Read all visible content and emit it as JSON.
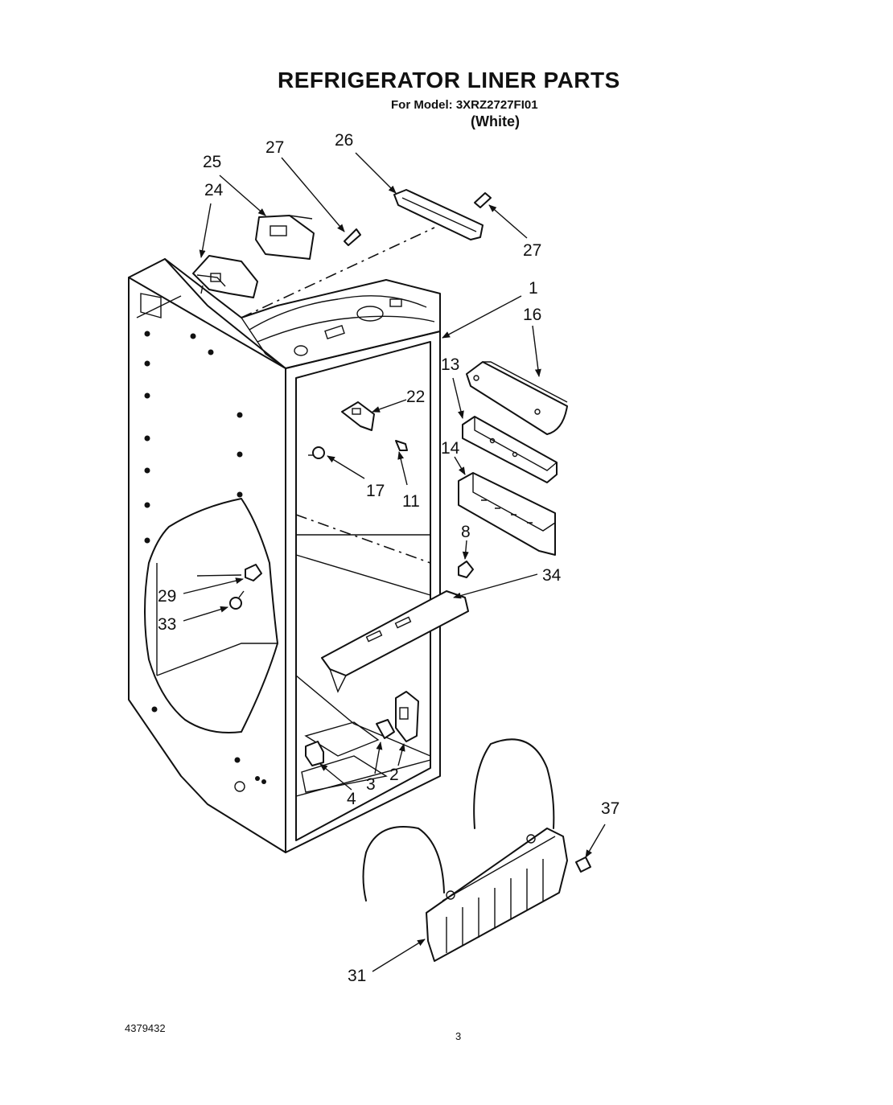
{
  "header": {
    "title": "REFRIGERATOR LINER PARTS",
    "model_line": "For Model: 3XRZ2727FI01",
    "color_line": "(White)"
  },
  "callouts": {
    "c1": "1",
    "c2": "2",
    "c3": "3",
    "c4": "4",
    "c8": "8",
    "c11": "11",
    "c13": "13",
    "c14": "14",
    "c16": "16",
    "c17": "17",
    "c22": "22",
    "c24": "24",
    "c25": "25",
    "c26": "26",
    "c27a": "27",
    "c27b": "27",
    "c29": "29",
    "c31": "31",
    "c33": "33",
    "c34": "34",
    "c37": "37"
  },
  "footer": {
    "doc_number": "4379432",
    "page_number": "3"
  }
}
